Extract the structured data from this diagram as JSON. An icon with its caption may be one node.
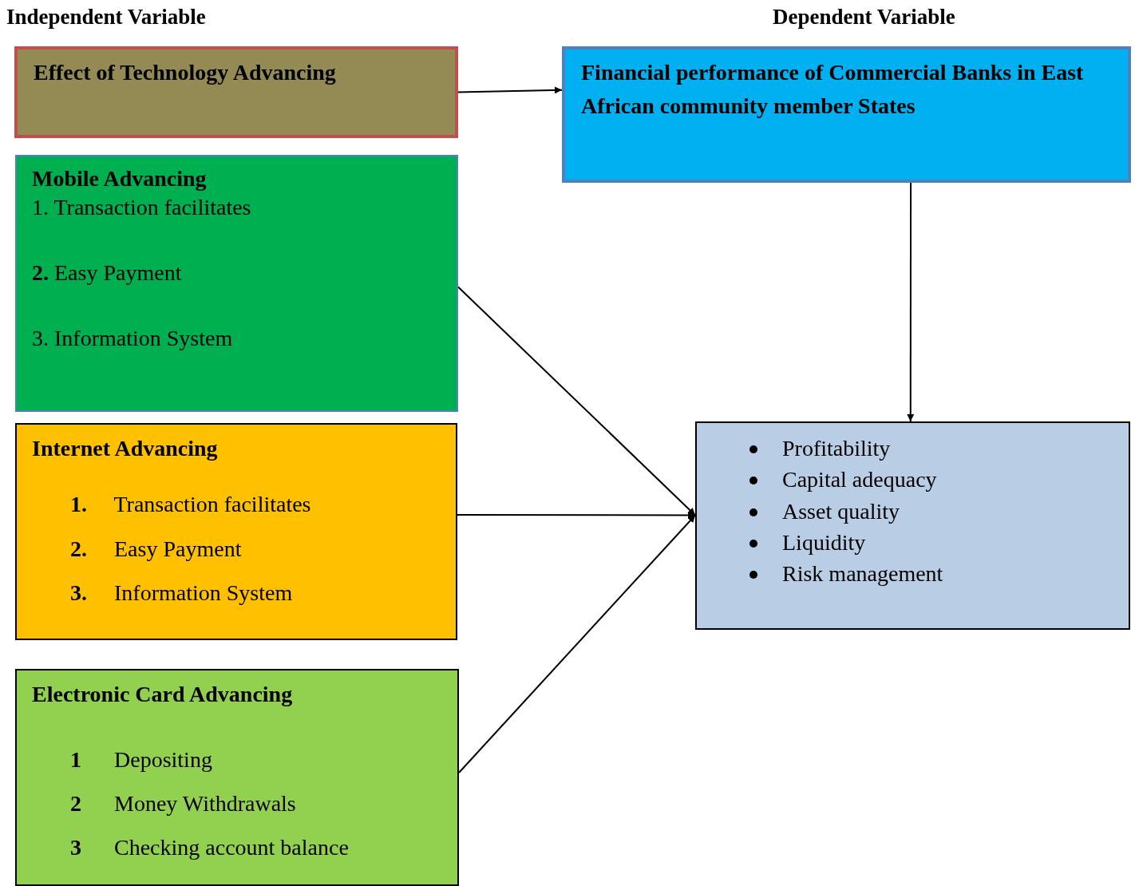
{
  "diagram": {
    "nodes": [
      {
        "text": [
          "Effect of Technology Advancing"
        ]
      },
      {
        "text": [
          "Financial performance of Commercial Banks in East African community member States"
        ]
      },
      {
        "text": [
          "Mobile Advancing",
          "1. Transaction facilitates",
          "**2.** Easy Payment",
          "3. Information System"
        ]
      },
      {
        "text": [
          "Internet Advancing",
          "**1.** Transaction facilitates",
          "**2.** Easy Payment",
          "**3.** Information System"
        ]
      },
      {
        "text": [
          "Electronic Card Advancing",
          "**1** Depositing",
          "**2** Money Withdrawals",
          "**3** Checking account balance"
        ]
      },
      {
        "text": [
          "Profitability",
          "Capital adequacy",
          "Asset quality",
          "Liquidity",
          "Risk management"
        ]
      }
    ],
    "edges": [
      {
        "from": 0,
        "to": 1,
        "arrow": "to"
      },
      {
        "from": 1,
        "to": 5,
        "arrow": "to"
      },
      {
        "from": 2,
        "to": 5,
        "arrow": "to"
      },
      {
        "from": 3,
        "to": 5,
        "arrow": "to"
      },
      {
        "from": 4,
        "to": 5,
        "arrow": "to"
      }
    ],
    "labels": [
      "Independent Variable",
      "Dependent Variable"
    ]
  }
}
